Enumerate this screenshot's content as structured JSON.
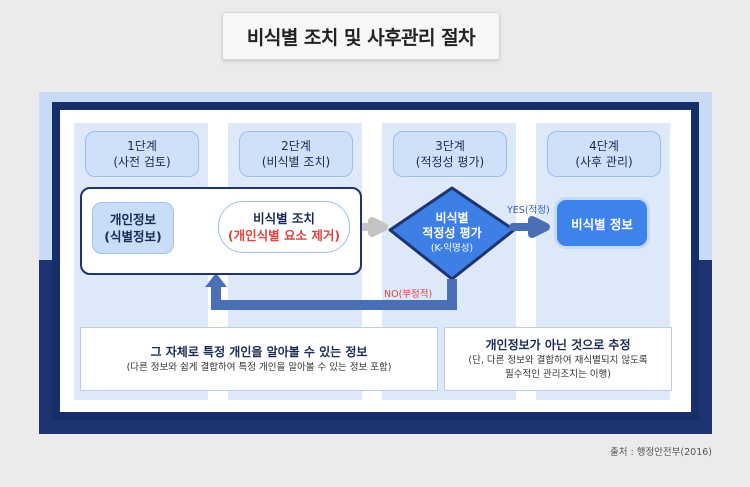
{
  "title": "비식별 조치 및 사후관리 절차",
  "stages": [
    {
      "line1": "1단계",
      "line2": "(사전 검토)"
    },
    {
      "line1": "2단계",
      "line2": "(비식별 조치)"
    },
    {
      "line1": "3단계",
      "line2": "(적정성 평가)"
    },
    {
      "line1": "4단계",
      "line2": "(사후 관리)"
    }
  ],
  "nodes": {
    "personal_info": {
      "line1": "개인정보",
      "line2": "(식별정보)"
    },
    "deidentification": {
      "line1": "비식별 조치",
      "line2": "(개인식별 요소 제거)"
    },
    "assessment": {
      "line1": "비식별",
      "line2": "적정성 평가",
      "line3": "(K-익명성)"
    },
    "deidentified_info": {
      "label": "비식별 정보"
    }
  },
  "edges": {
    "yes_label": "YES(적정)",
    "no_label": "NO(부정적)"
  },
  "descriptions": {
    "left": {
      "heading": "그 자체로 특정 개인을 알아볼 수 있는 정보",
      "sub": "(다른 정보와 쉽게 결합하여 특정 개인을 알아볼 수 있는 정보 포함)"
    },
    "right": {
      "heading": "개인정보가 아닌 것으로 추정",
      "sub_line1": "(단, 다른 정보와 결합하여 재식별되지 않도록",
      "sub_line2": "필수적인 관리조치는 이행)"
    }
  },
  "source": "출처 : 행정안전부(2016)",
  "colors": {
    "navy": "#1d3470",
    "light_blue": "#c9daf6",
    "accent_blue": "#3e83ec",
    "red_text": "#e0443f",
    "arrow_gray": "#c4c4c4"
  }
}
